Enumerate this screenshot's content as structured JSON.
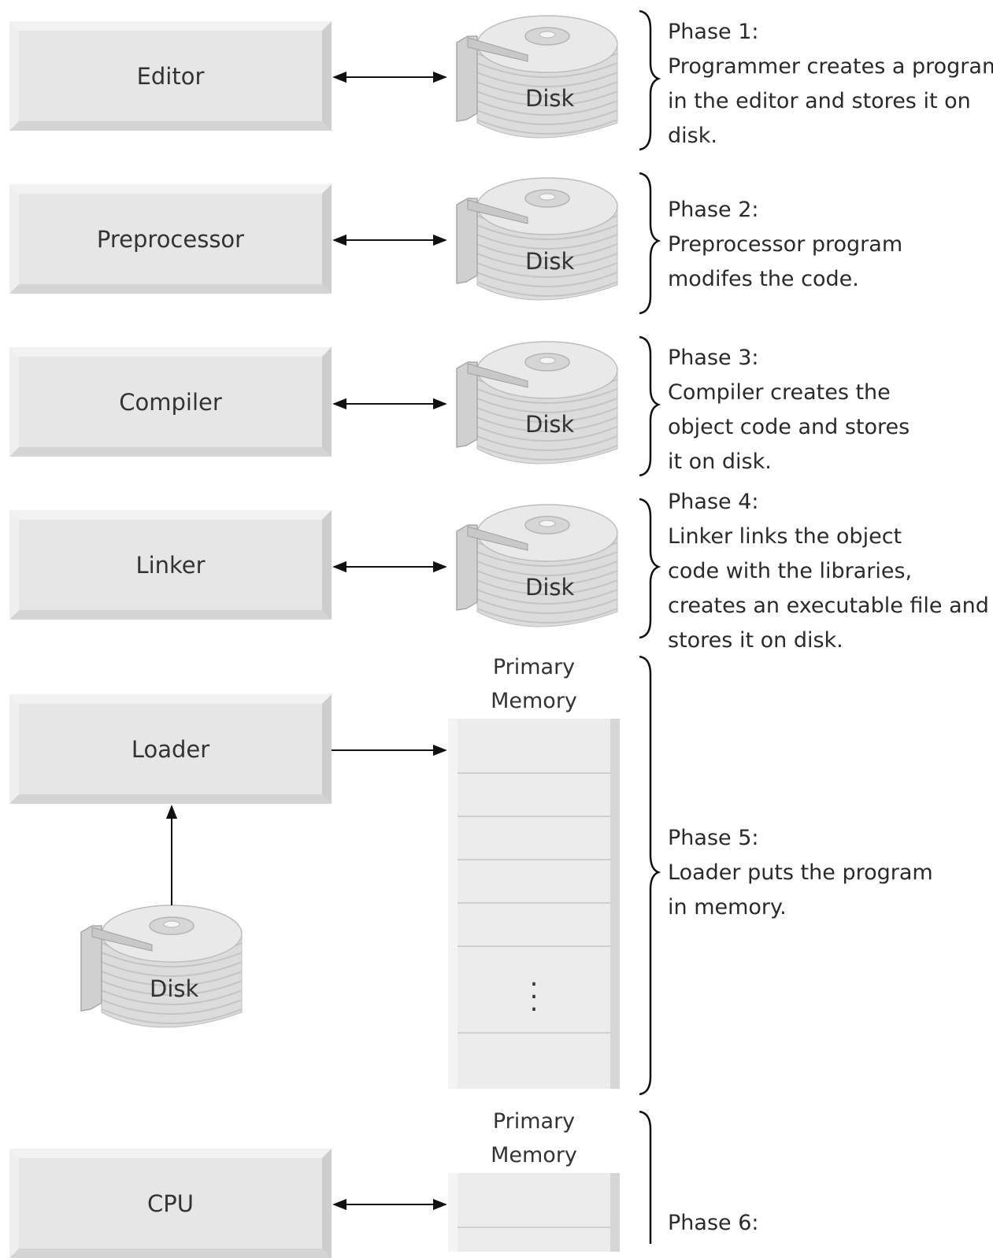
{
  "stages": [
    {
      "box": "Editor",
      "disk": "Disk",
      "phase": [
        "Phase 1:",
        "Programmer creates a program",
        "in the editor and stores it on",
        "disk."
      ]
    },
    {
      "box": "Preprocessor",
      "disk": "Disk",
      "phase": [
        "Phase 2:",
        "Preprocessor program",
        "modifes the code."
      ]
    },
    {
      "box": "Compiler",
      "disk": "Disk",
      "phase": [
        "Phase 3:",
        "Compiler creates the",
        "object code and stores",
        "it on disk."
      ]
    },
    {
      "box": "Linker",
      "disk": "Disk",
      "phase": [
        "Phase 4:",
        "Linker links the object",
        "code with the libraries,",
        "creates an executable file and",
        "stores it on disk."
      ]
    }
  ],
  "loader": {
    "box": "Loader",
    "memory_label": [
      "Primary",
      "Memory"
    ],
    "disk": "Disk",
    "phase": [
      "Phase 5:",
      "Loader puts the program",
      "in memory."
    ]
  },
  "cpu": {
    "box": "CPU",
    "memory_label": [
      "Primary",
      "Memory"
    ],
    "phase": [
      "Phase 6:"
    ]
  },
  "colors": {
    "box": "#e6e6e6",
    "line": "#111111",
    "disk": "#d9d9d9"
  }
}
